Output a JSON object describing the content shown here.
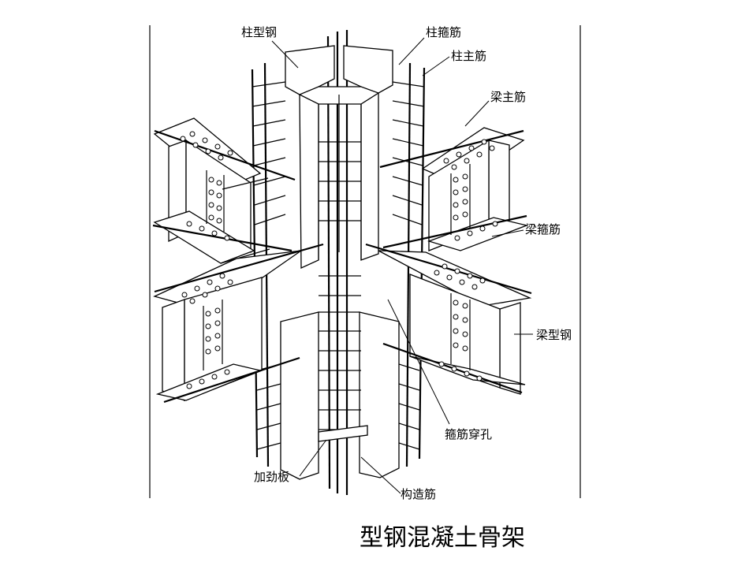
{
  "labels": {
    "column_steel": "柱型钢",
    "column_stirrup": "柱箍筋",
    "column_main_bar": "柱主筋",
    "beam_main_bar": "梁主筋",
    "beam_stirrup": "梁箍筋",
    "beam_steel": "梁型钢",
    "stirrup_hole": "箍筋穿孔",
    "stiffener_plate": "加劲板",
    "constructional_bar": "构造筋"
  },
  "caption": "型钢混凝土骨架"
}
